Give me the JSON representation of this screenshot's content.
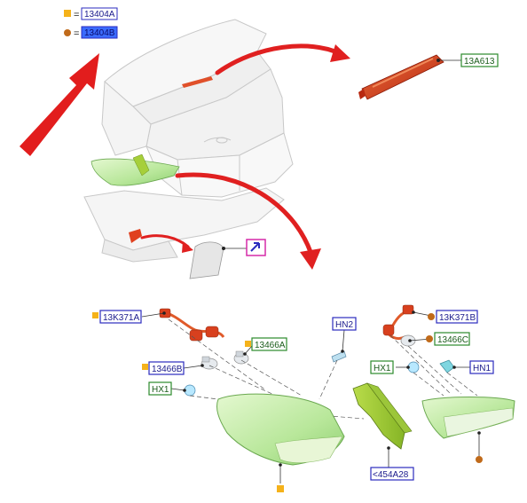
{
  "legend": [
    {
      "marker": "square",
      "color": "#f5b21a",
      "part": "13404A"
    },
    {
      "marker": "circle",
      "color": "#c06a1a",
      "part": "13404B"
    }
  ],
  "legend_eq": "=",
  "colors": {
    "arrow": "#e02020",
    "part_red": "#d8401e",
    "lamp_green": "#c9eea8",
    "blue_label": "#2b2bbf",
    "green_label": "#2b8a2b",
    "magenta_label": "#d62aa8"
  },
  "labels": {
    "top_lamp": "13A613",
    "harness_left": "13K371A",
    "socket_left": "13466A",
    "socket_bulb": "13466B",
    "bulb_left": "HX1",
    "bulb_hn2": "HN2",
    "gasket": "454A28",
    "harness_right": "13K371B",
    "socket_right": "13466C",
    "bulb_right": "HX1",
    "bulb_hn1": "HN1"
  },
  "gasket_prefix": "<",
  "icons": [
    "legend-square-icon",
    "legend-circle-icon",
    "pointer-arrow-icon",
    "callout-arrow-icon",
    "cursor-icon"
  ]
}
